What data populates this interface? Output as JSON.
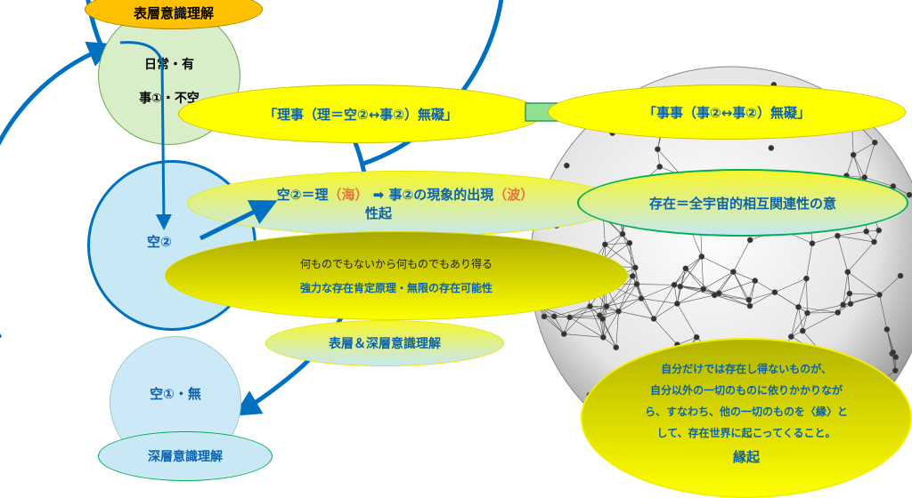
{
  "top_label": "表層意識理解",
  "green_circle": {
    "line1": "日常・有",
    "line2": "事①・不空"
  },
  "ku2_circle": "空②",
  "ku1_circle": "空①・無",
  "bottom_label": "深層意識理解",
  "riji": "「理事（理＝空②↔事②）無礙」",
  "jiji": "「事事（事②↔事②）無礙」",
  "middle": {
    "part1": "空②＝理",
    "part2": "（海）",
    "part3": "➡ 事②の現象的出現",
    "part4": "（波）",
    "sub": "性起"
  },
  "existence": "存在＝全宇宙的相互関連性の意",
  "dark_ellipse": {
    "line1": "何ものでもないから何ものでもあり得る",
    "line2": "強力な存在肯定原理・無限の存在可能性"
  },
  "surface_deep": "表層＆深層意識理解",
  "engi": {
    "lines": [
      "自分だけでは存在し得ないものが、",
      "自分以外の一切のものに依りかかりなが",
      "ら、すなわち、他の一切のものを〈縁〉と",
      "して、存在世界に起こってくること。"
    ],
    "title": "縁起"
  },
  "colors": {
    "blue": "#0070c0",
    "yellow": "#ffff00",
    "orange": "#ffc000",
    "green": "#00b050"
  }
}
